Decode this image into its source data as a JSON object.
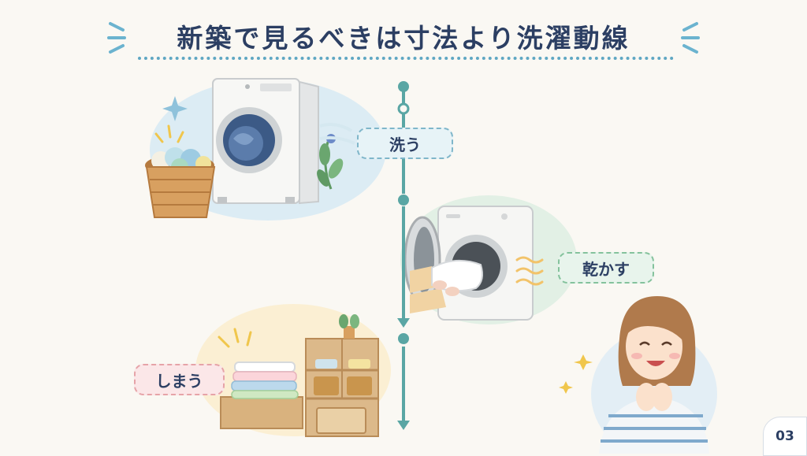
{
  "title": "新築で見るべきは寸法より洗濯動線",
  "steps": {
    "wash": "洗う",
    "dry": "乾かす",
    "store": "しまう"
  },
  "page_number": "03",
  "colors": {
    "title": "#2c3f63",
    "accent_blue": "#5fa7c3",
    "timeline": "#4f9c9b",
    "wash_pill": "#e7f3f7",
    "dry_pill": "#e8f4ec",
    "store_pill": "#fbe7e8"
  },
  "illustrations": {
    "wash": "washing-machine-with-laundry-basket",
    "dry": "front-loader-dryer-with-hands-holding-towel",
    "store": "folded-towels-and-storage-shelf",
    "person": "smiling-woman-in-striped-shirt"
  }
}
